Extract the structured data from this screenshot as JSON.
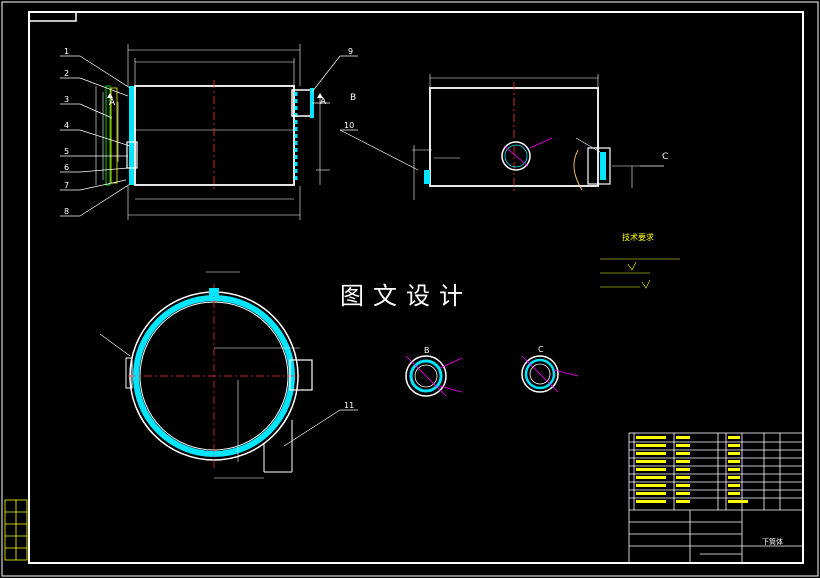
{
  "watermark": "图文设计",
  "title_block": {
    "drawing_name": "下筒体"
  },
  "balloons": [
    "1",
    "2",
    "3",
    "4",
    "5",
    "6",
    "7",
    "8",
    "9",
    "10",
    "11"
  ],
  "view_markers": {
    "section_a": "A",
    "view_b": "B",
    "view_c": "C"
  },
  "tech_requirements": {
    "title": "技术要求"
  },
  "colors": {
    "outline": "#ffffff",
    "cyan": "#00e5ff",
    "yellow": "#ffff00",
    "red": "#ff3030",
    "green": "#00ff00",
    "magenta": "#ff00ff"
  }
}
